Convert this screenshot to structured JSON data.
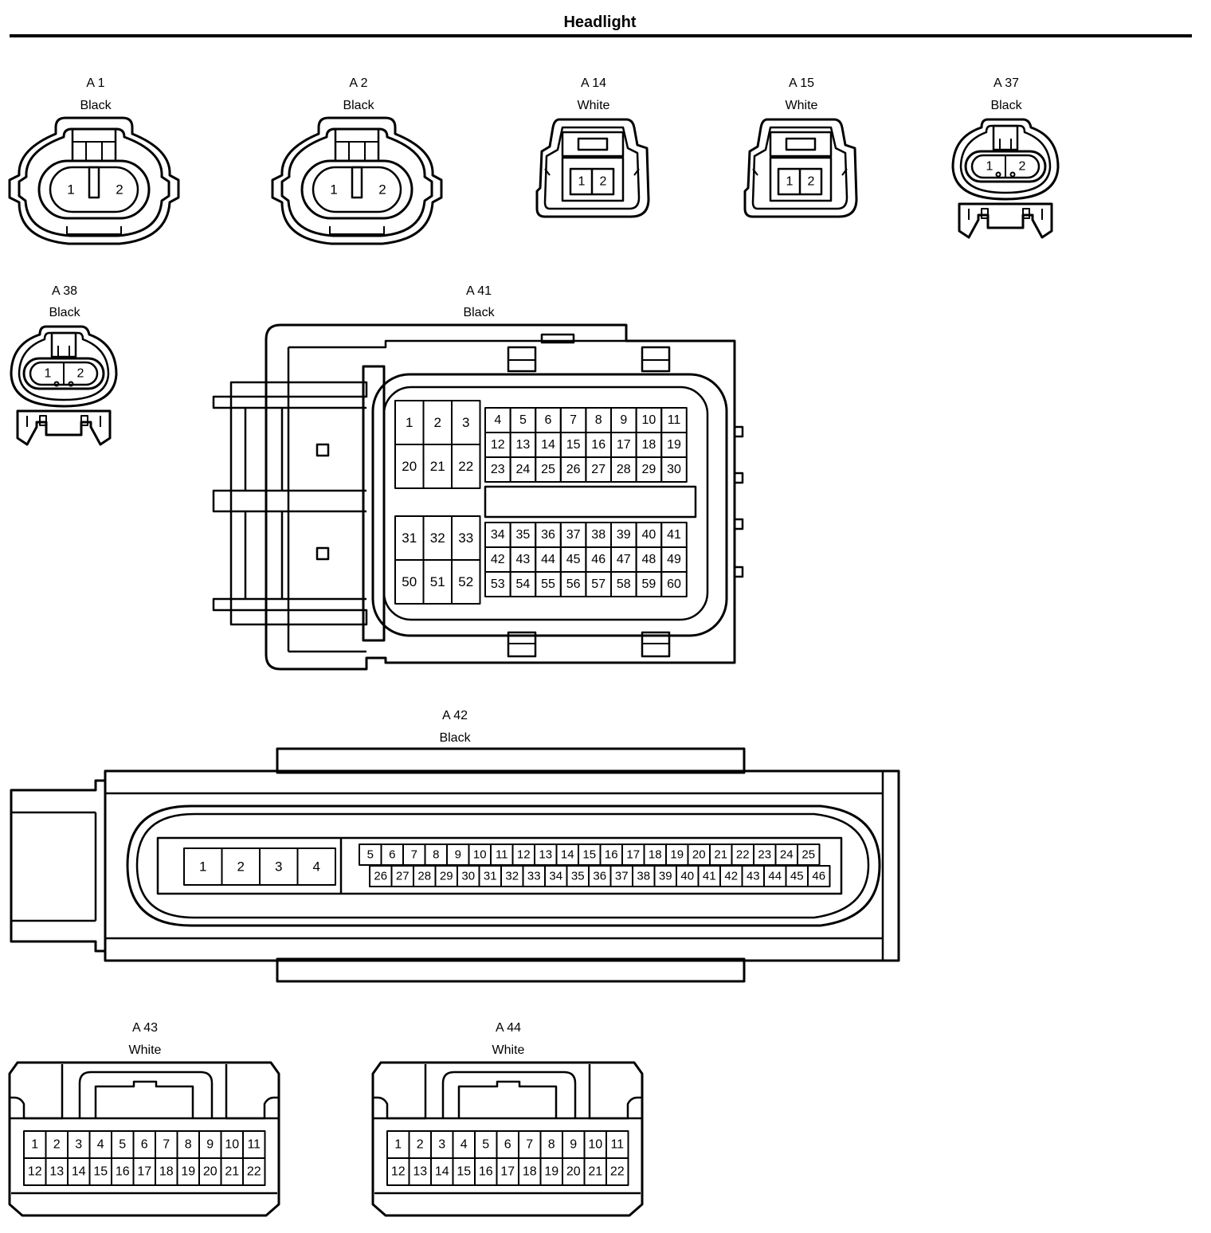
{
  "page": {
    "title": "Headlight"
  },
  "connectors": {
    "a1": {
      "id": "A 1",
      "color": "Black",
      "pins": [
        "1",
        "2"
      ]
    },
    "a2": {
      "id": "A 2",
      "color": "Black",
      "pins": [
        "1",
        "2"
      ]
    },
    "a14": {
      "id": "A 14",
      "color": "White",
      "pins": [
        "1",
        "2"
      ]
    },
    "a15": {
      "id": "A 15",
      "color": "White",
      "pins": [
        "1",
        "2"
      ]
    },
    "a37": {
      "id": "A 37",
      "color": "Black",
      "pins": [
        "1",
        "2"
      ]
    },
    "a38": {
      "id": "A 38",
      "color": "Black",
      "pins": [
        "1",
        "2"
      ]
    },
    "a41": {
      "id": "A 41",
      "color": "Black",
      "pin_groups": [
        [
          "1",
          "2",
          "3"
        ],
        [
          "20",
          "21",
          "22"
        ],
        [
          "4",
          "5",
          "6",
          "7",
          "8",
          "9",
          "10",
          "11"
        ],
        [
          "12",
          "13",
          "14",
          "15",
          "16",
          "17",
          "18",
          "19"
        ],
        [
          "23",
          "24",
          "25",
          "26",
          "27",
          "28",
          "29",
          "30"
        ],
        [
          "31",
          "32",
          "33"
        ],
        [
          "50",
          "51",
          "52"
        ],
        [
          "34",
          "35",
          "36",
          "37",
          "38",
          "39",
          "40",
          "41"
        ],
        [
          "42",
          "43",
          "44",
          "45",
          "46",
          "47",
          "48",
          "49"
        ],
        [
          "53",
          "54",
          "55",
          "56",
          "57",
          "58",
          "59",
          "60"
        ]
      ]
    },
    "a42": {
      "id": "A 42",
      "color": "Black",
      "pin_groups": [
        [
          "1",
          "2",
          "3",
          "4"
        ],
        [
          "5",
          "6",
          "7",
          "8",
          "9",
          "10",
          "11",
          "12",
          "13",
          "14",
          "15",
          "16",
          "17",
          "18",
          "19",
          "20",
          "21",
          "22",
          "23",
          "24",
          "25"
        ],
        [
          "26",
          "27",
          "28",
          "29",
          "30",
          "31",
          "32",
          "33",
          "34",
          "35",
          "36",
          "37",
          "38",
          "39",
          "40",
          "41",
          "42",
          "43",
          "44",
          "45",
          "46"
        ]
      ]
    },
    "a43": {
      "id": "A 43",
      "color": "White",
      "pin_groups": [
        [
          "1",
          "2",
          "3",
          "4",
          "5",
          "6",
          "7",
          "8",
          "9",
          "10",
          "11"
        ],
        [
          "12",
          "13",
          "14",
          "15",
          "16",
          "17",
          "18",
          "19",
          "20",
          "21",
          "22"
        ]
      ]
    },
    "a44": {
      "id": "A 44",
      "color": "White",
      "pin_groups": [
        [
          "1",
          "2",
          "3",
          "4",
          "5",
          "6",
          "7",
          "8",
          "9",
          "10",
          "11"
        ],
        [
          "12",
          "13",
          "14",
          "15",
          "16",
          "17",
          "18",
          "19",
          "20",
          "21",
          "22"
        ]
      ]
    }
  }
}
